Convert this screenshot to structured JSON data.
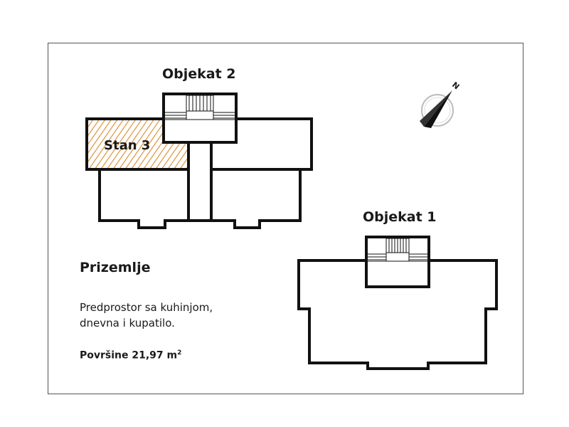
{
  "buildings": {
    "objekat2": {
      "label": "Objekat 2",
      "unit_label": "Stan 3"
    },
    "objekat1": {
      "label": "Objekat 1"
    }
  },
  "compass": {
    "label": "N"
  },
  "info": {
    "floor": "Prizemlje",
    "description_line1": "Predprostor sa kuhinjom,",
    "description_line2": "dnevna i kupatilo.",
    "area_label": "Površine 21,97 m",
    "area_unit_exponent": "2"
  },
  "colors": {
    "highlight": "#d98a2b",
    "line": "#111111"
  }
}
